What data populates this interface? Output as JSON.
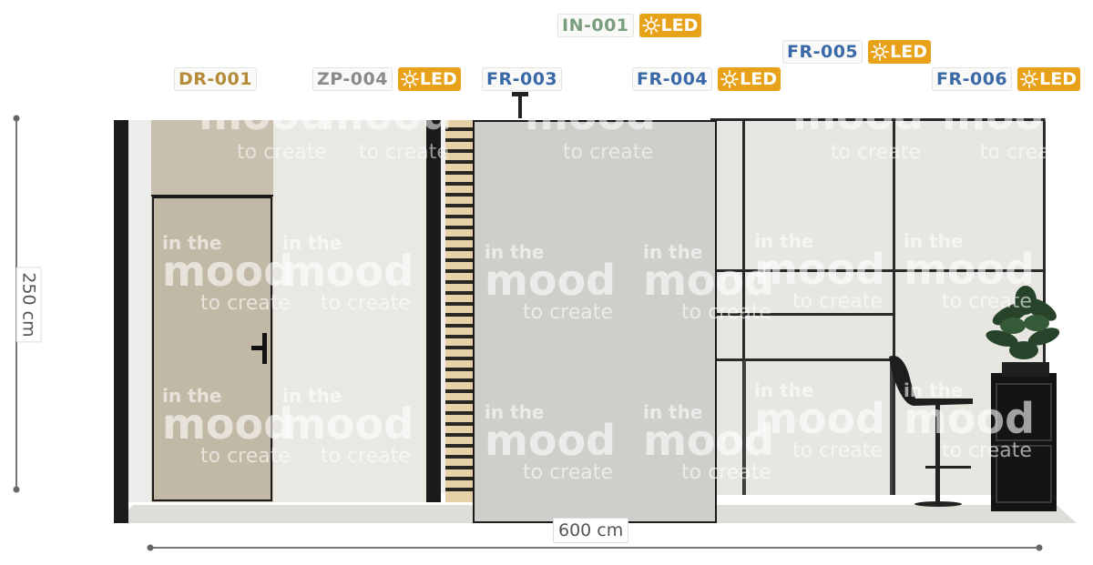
{
  "colors": {
    "door": "#c9bfae",
    "panel_light": "#e6e5e0",
    "panel_front": "#cfcecb",
    "frame": "#1a1a1a",
    "slats": "#dcc59a",
    "floor": "#dedcd6",
    "led_badge": "#e8a21a",
    "code_dr": "#b58b3a",
    "code_zp": "#8a8a8a",
    "code_in": "#7a9e7e",
    "code_fr": "#3a69a8",
    "dimension_line": "#777777"
  },
  "tags": [
    {
      "code": "DR-001",
      "color_key": "code_dr",
      "led": false
    },
    {
      "code": "ZP-004",
      "color_key": "code_zp",
      "led": true
    },
    {
      "code": "FR-003",
      "color_key": "code_fr",
      "led": false
    },
    {
      "code": "IN-001",
      "color_key": "code_in",
      "led": true
    },
    {
      "code": "FR-004",
      "color_key": "code_fr",
      "led": true
    },
    {
      "code": "FR-005",
      "color_key": "code_fr",
      "led": true
    },
    {
      "code": "FR-006",
      "color_key": "code_fr",
      "led": true
    }
  ],
  "led_label": "LED",
  "dimensions": {
    "width": "600 cm",
    "height": "250 cm"
  },
  "watermark": {
    "line1": "in the",
    "line2": "mood",
    "line3": "to create"
  }
}
